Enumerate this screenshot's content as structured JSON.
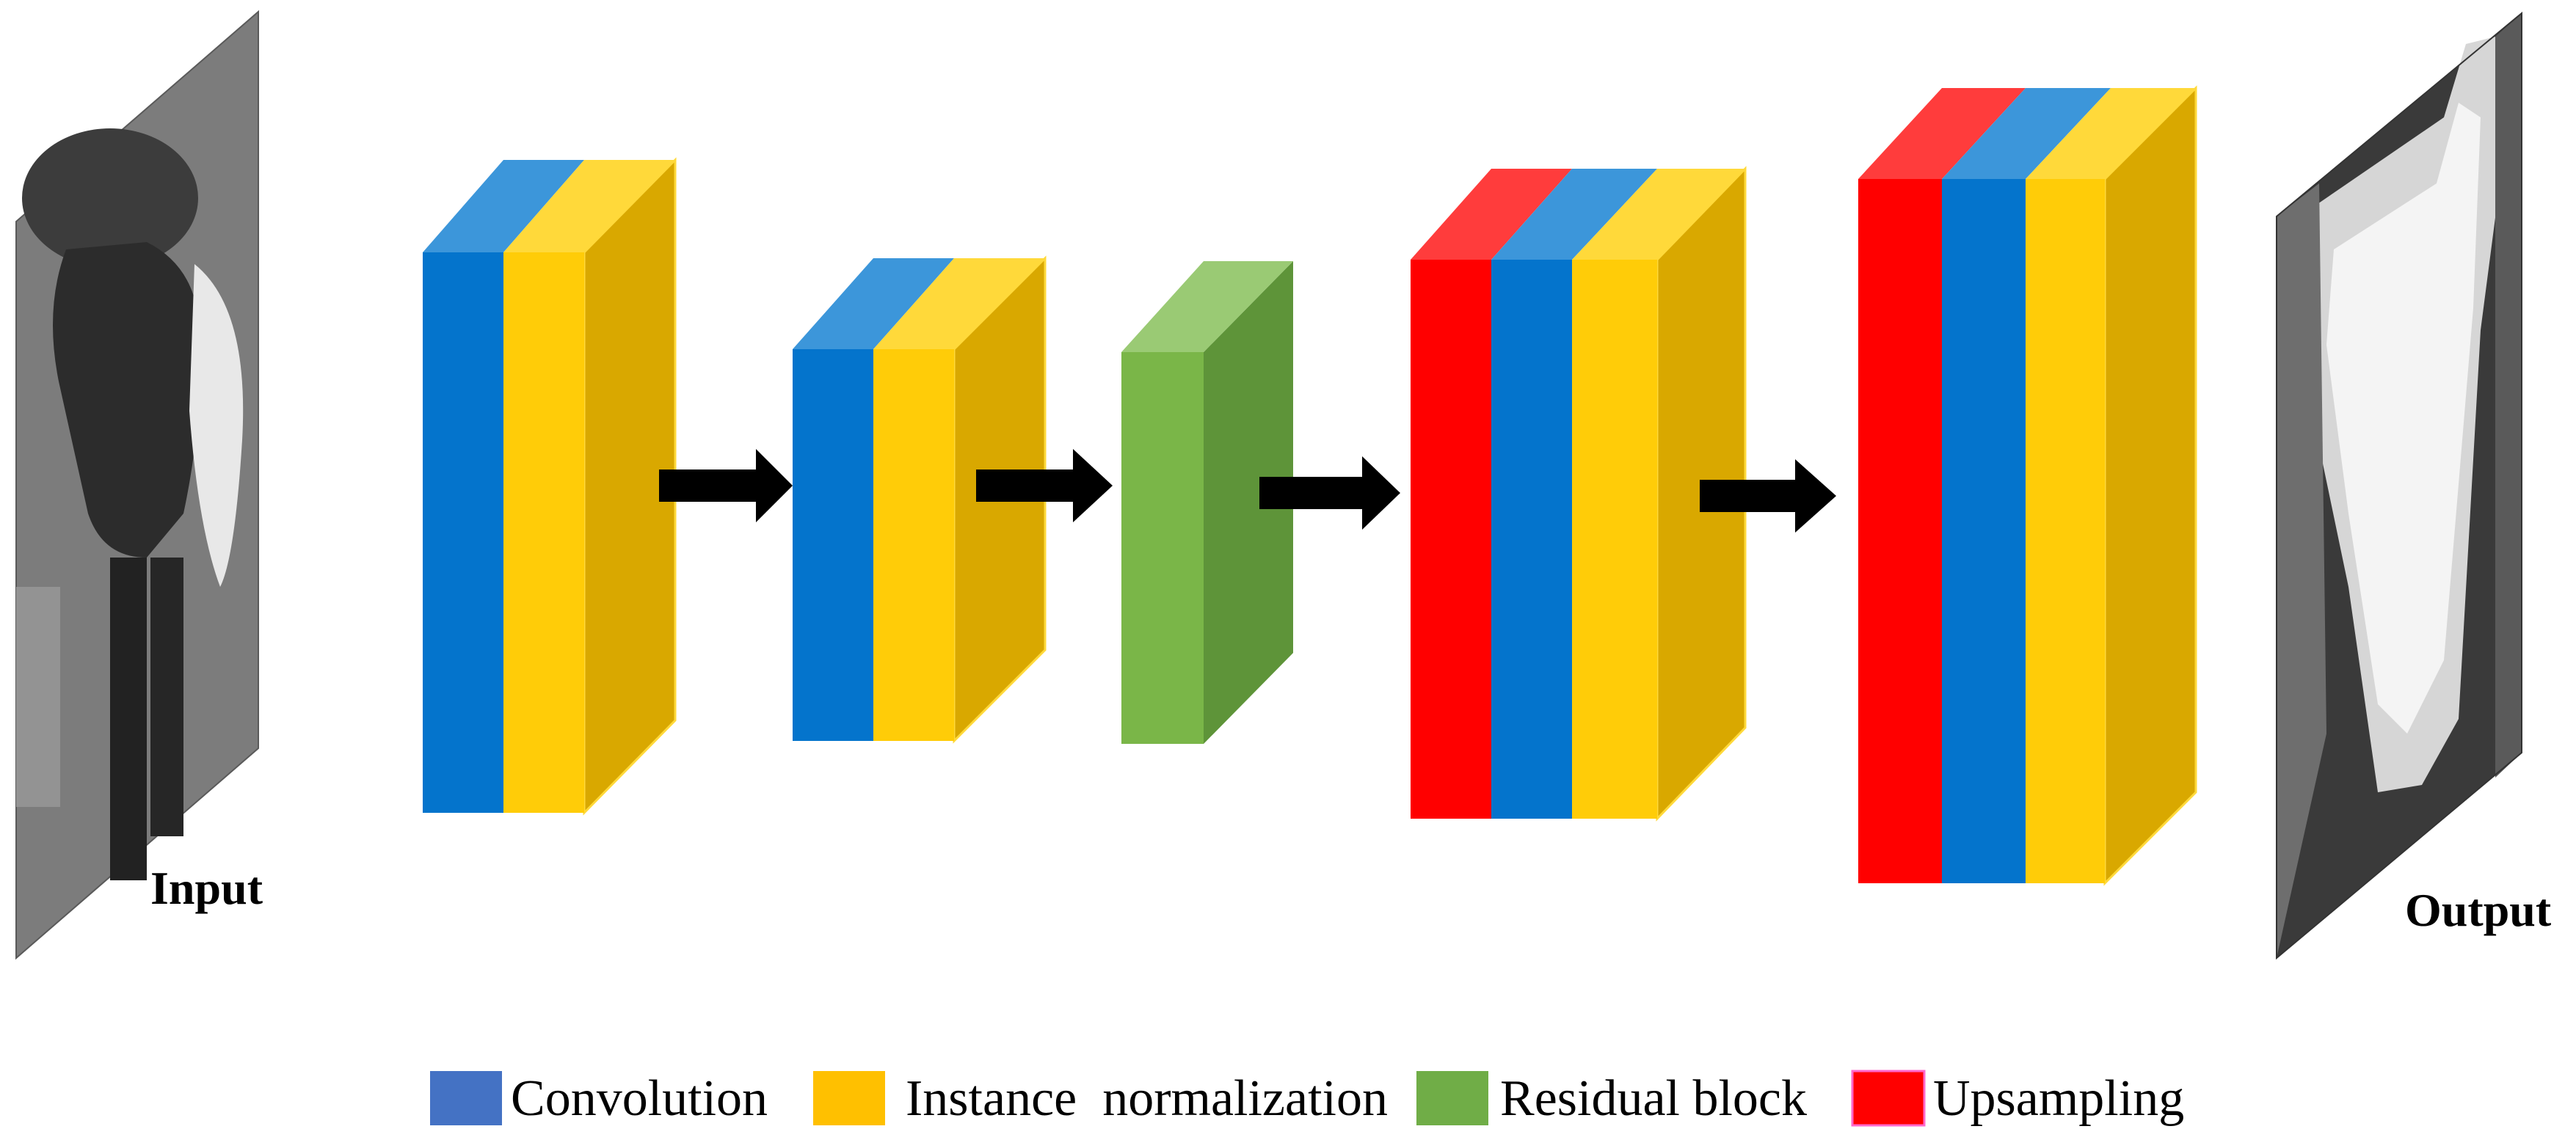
{
  "captions": {
    "input": "Input",
    "output": "Output"
  },
  "legend": [
    {
      "id": "conv",
      "label": "Convolution",
      "color": "#4472C4"
    },
    {
      "id": "norm",
      "label": "Instance  normalization",
      "color": "#FFC000"
    },
    {
      "id": "res",
      "label": "Residual block",
      "color": "#70AD47"
    },
    {
      "id": "up",
      "label": "Upsampling",
      "color": "#FF0000"
    }
  ],
  "colors": {
    "conv_front": "#0474CC",
    "conv_top": "#3C96DA",
    "norm_front": "#FFCC08",
    "norm_top": "#FFD93A",
    "norm_side": "#D9A800",
    "res_front": "#7AB648",
    "res_top": "#9ACA74",
    "res_side": "#5E9439",
    "up_front": "#FF0000",
    "up_top": "#FF3C3C",
    "arrow": "#000000"
  },
  "blocks": [
    {
      "id": "block-1",
      "layers": [
        "conv",
        "norm"
      ]
    },
    {
      "id": "block-2",
      "layers": [
        "conv",
        "norm"
      ]
    },
    {
      "id": "block-3",
      "layers": [
        "res"
      ]
    },
    {
      "id": "block-4",
      "layers": [
        "up",
        "conv",
        "norm"
      ]
    },
    {
      "id": "block-5",
      "layers": [
        "up",
        "conv",
        "norm"
      ]
    }
  ]
}
